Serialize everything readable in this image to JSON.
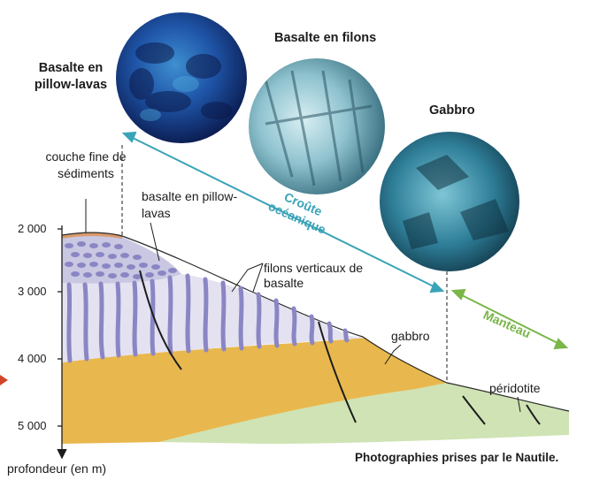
{
  "photos": {
    "pillow_label": "Basalte en pillow-lavas",
    "filons_label": "Basalte en filons",
    "gabbro_label": "Gabbro"
  },
  "labels": {
    "sediments": "couche fine de sédiments",
    "pillow": "basalte en pillow-lavas",
    "filons": "filons verticaux de basalte",
    "gabbro": "gabbro",
    "peridotite": "péridotite",
    "croute": "Croûte océanique",
    "manteau": "Manteau"
  },
  "axis": {
    "title": "profondeur (en m)",
    "ticks": [
      "2 000",
      "3 000",
      "4 000",
      "5 000"
    ]
  },
  "caption": "Photographies prises par le Nautile.",
  "colors": {
    "croute": "#3aa3b7",
    "manteau": "#7ab648",
    "gabbro": "#e8b84e",
    "peridotite": "#cfe3b4",
    "filons": "#8a86c4",
    "pillow": "#a9a6cf",
    "sediment": "#d99a6c"
  }
}
